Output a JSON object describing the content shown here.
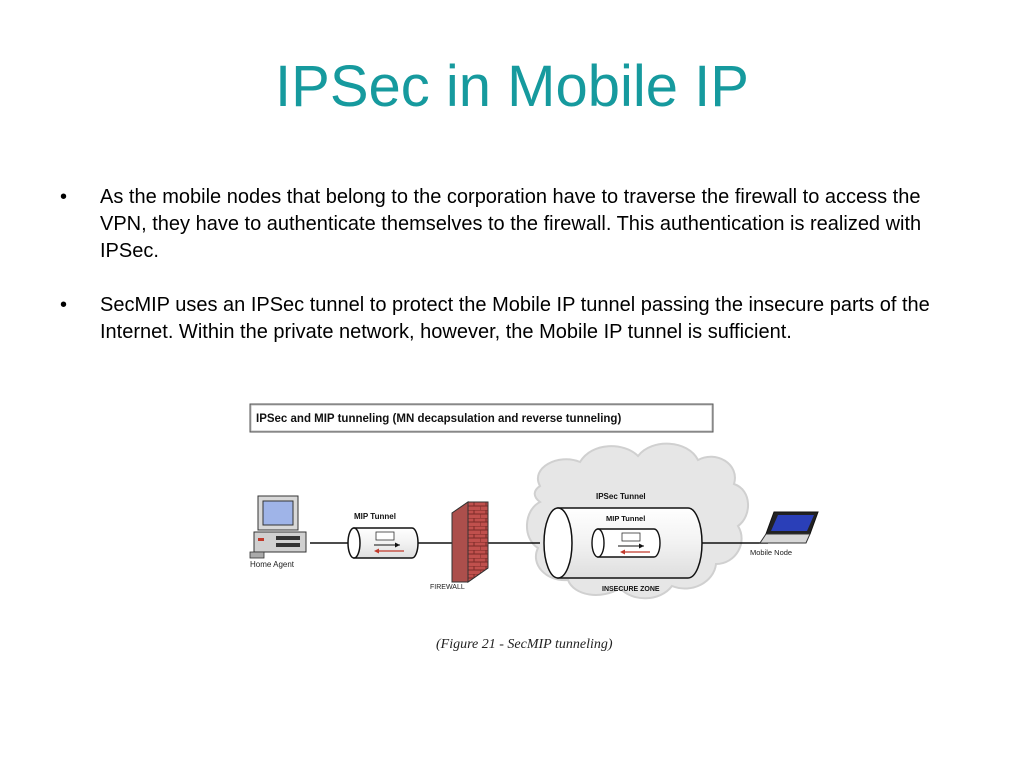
{
  "slide": {
    "title": "IPSec in Mobile IP",
    "bullets": [
      {
        "marker": "•",
        "text": "As the mobile nodes that belong to the corporation have to traverse the firewall to access the VPN, they have to authenticate themselves to the firewall. This authentication is realized with IPSec."
      },
      {
        "marker": "•",
        "text": "SecMIP uses an IPSec tunnel to protect the Mobile IP tunnel passing the insecure parts of the Internet. Within the private network, however, the Mobile IP tunnel is sufficient."
      }
    ]
  },
  "figure": {
    "header": "IPSec and MIP tunneling (MN decapsulation and reverse tunneling)",
    "labels": {
      "home_agent": "Home Agent",
      "mip_tunnel_left": "MIP Tunnel",
      "firewall": "FIREWALL",
      "ipsec_tunnel": "IPSec Tunnel",
      "mip_tunnel_inner": "MIP Tunnel",
      "insecure_zone": "INSECURE ZONE",
      "mobile_node": "Mobile Node"
    },
    "caption": "(Figure 21 - SecMIP tunneling)"
  }
}
